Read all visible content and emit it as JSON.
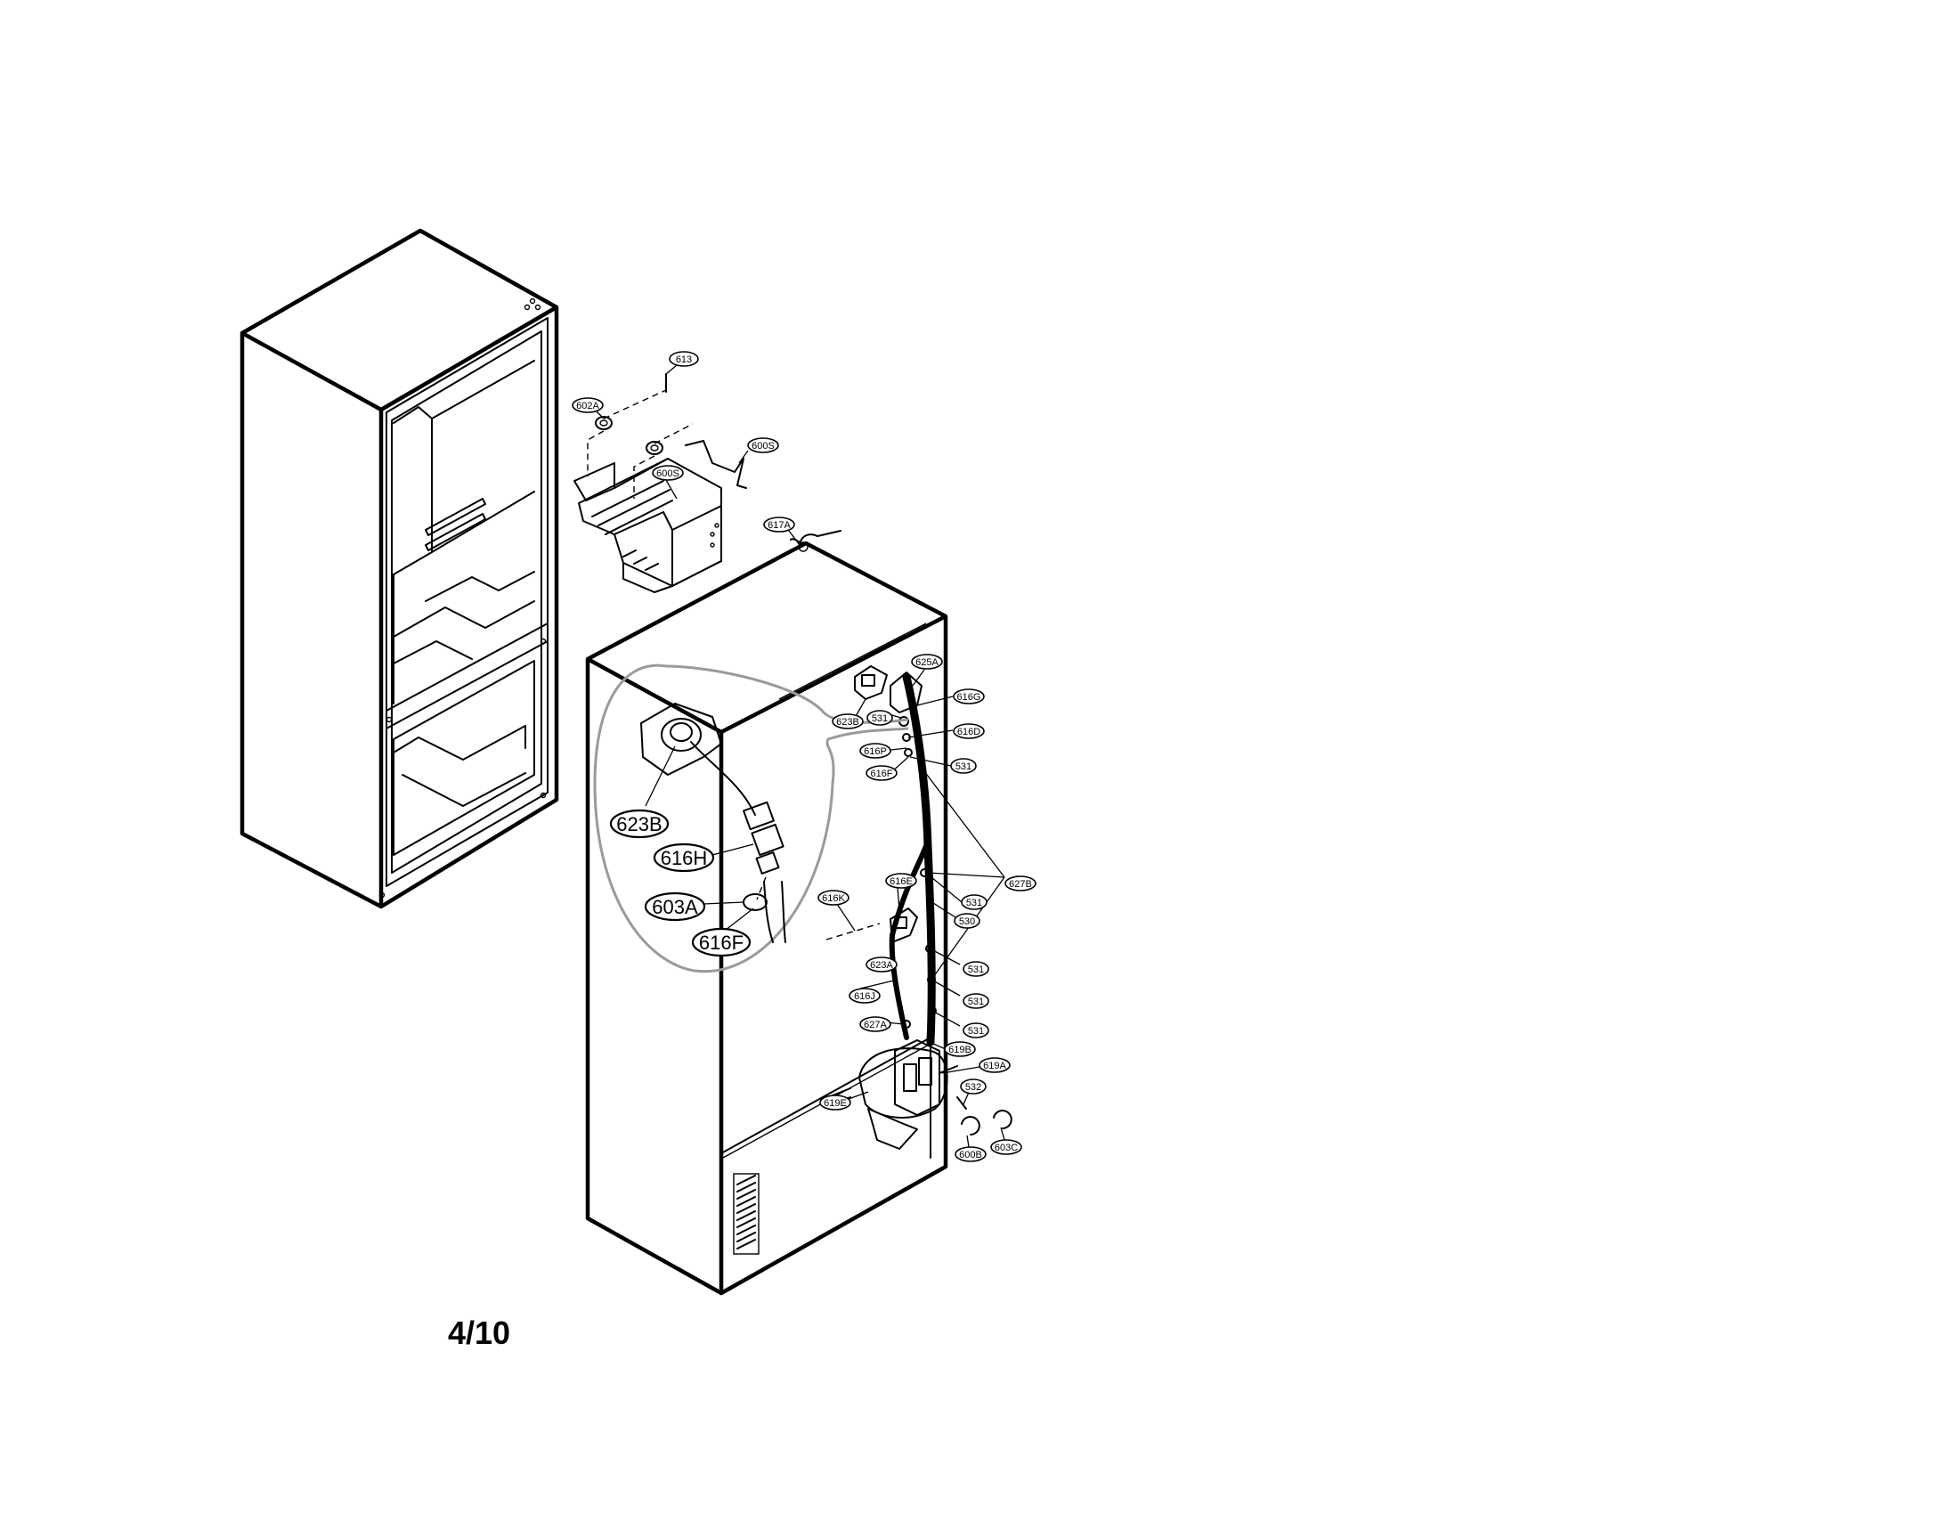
{
  "page": {
    "page_number": "4/10"
  },
  "labels": {
    "l613": "613",
    "l602a": "602A",
    "l600s": "600S",
    "l6003": "600S",
    "l617a": "617A",
    "l625a": "625A",
    "l616g": "616G",
    "l623b_s": "623B",
    "l531a": "531",
    "l616d": "616D",
    "l616p": "616P",
    "l616f_s": "616F",
    "l531b": "531",
    "l627b": "627B",
    "l616e": "616E",
    "l616k": "616K",
    "l531c": "531",
    "l530": "530",
    "l623a": "623A",
    "l531d": "531",
    "l616j": "616J",
    "l531e": "531",
    "l627a": "627A",
    "l531f": "531",
    "l619b": "619B",
    "l619a": "619A",
    "l532": "532",
    "l619e": "619E",
    "l600b": "600B",
    "l603c": "603C"
  },
  "callout": {
    "l623b": "623B",
    "l616h": "616H",
    "l603a": "603A",
    "l616f": "616F"
  }
}
